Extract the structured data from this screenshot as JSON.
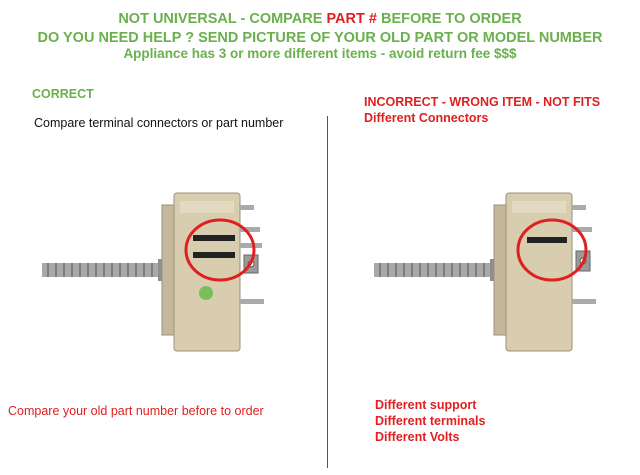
{
  "header": {
    "line1_pre": "NOT UNIVERSAL - COMPARE ",
    "line1_red": "PART #",
    "line1_post": " BEFORE TO ORDER",
    "line2": "DO YOU NEED HELP ? SEND PICTURE OF YOUR OLD PART OR MODEL NUMBER",
    "line3": "Appliance has 3 or more different items  - avoid return fee $$$"
  },
  "left": {
    "status": "CORRECT",
    "instruction": "Compare terminal connectors or part number",
    "footer": "Compare your old part number before to order"
  },
  "right": {
    "status": "INCORRECT - WRONG ITEM - NOT FITS",
    "subtitle": "Different Connectors",
    "differences": [
      "Different support",
      "Different terminals",
      "Different Volts"
    ]
  },
  "colors": {
    "green": "#6ab04c",
    "red": "#e02020",
    "body_beige": "#d9cdb0"
  },
  "icons": {
    "left_part": "infinite-switch-image",
    "right_part": "infinite-switch-image",
    "highlight": "red-circle"
  }
}
